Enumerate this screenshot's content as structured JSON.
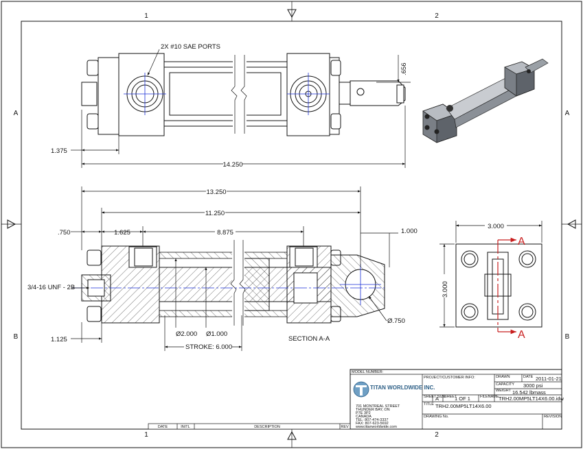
{
  "zones": {
    "top": [
      "1",
      "2"
    ],
    "bottom": [
      "1",
      "2"
    ],
    "left": [
      "A",
      "B"
    ],
    "right": [
      "A",
      "B"
    ]
  },
  "top_view": {
    "ports_label": "2X #10 SAE PORTS",
    "dim_656": ".656",
    "dim_1375": "1.375",
    "dim_14250": "14.250"
  },
  "section_view": {
    "dim_13250": "13.250",
    "dim_11250": "11.250",
    "dim_750": ".750",
    "dim_1625": "1.625",
    "dim_8875": "8.875",
    "dim_1000": "1.000",
    "thread_label": "3/4-16 UNF - 2B",
    "dim_1125": "1.125",
    "bore_dia": "Ø2.000",
    "rod_dia": "Ø1.000",
    "stroke": "STROKE: 6.000",
    "pin_dia": "Ø.750",
    "caption": "SECTION A-A"
  },
  "end_view": {
    "width": "3.000",
    "height": "3.000",
    "section_mark": "A"
  },
  "title_block": {
    "model_number_label": "MODEL NUMBER:",
    "company_name": "TITAN WORLDWIDE INC.",
    "address_lines": [
      "701 MONTREAL STREET",
      "THUNDER BAY, ON",
      "P7E 3P2",
      "CANADA",
      "TEL: 807-474-3337",
      "FAX: 807-623-5692",
      "www.titanworldwide.com"
    ],
    "project_label": "PROJECT/CUSTOMER INFO:",
    "drawn_label": "DRAWN",
    "date_label": "DATE",
    "date_value": "2011-01-21",
    "capacity_label": "CAPACITY",
    "capacity_value": "3000 psi",
    "weight_label": "WEIGHT",
    "weight_value": "16.542 lbmass",
    "sheet_size_label": "SHEET SIZE",
    "sheet_size_value": "A",
    "sheet_label": "SHEET",
    "sheet_value": "1   OF  1",
    "filename_label": "FILENAME",
    "filename_value": "TRH2.00MP5LT14X6.00.idw",
    "title_label": "TITLE",
    "title_value": "TRH2.00MP5LT14X6.00",
    "drawing_no_label": "DRAWING No.",
    "revision_label": "REVISION",
    "rev_columns": [
      "DATE",
      "INITL",
      "DESCRIPTION",
      "REV"
    ]
  }
}
